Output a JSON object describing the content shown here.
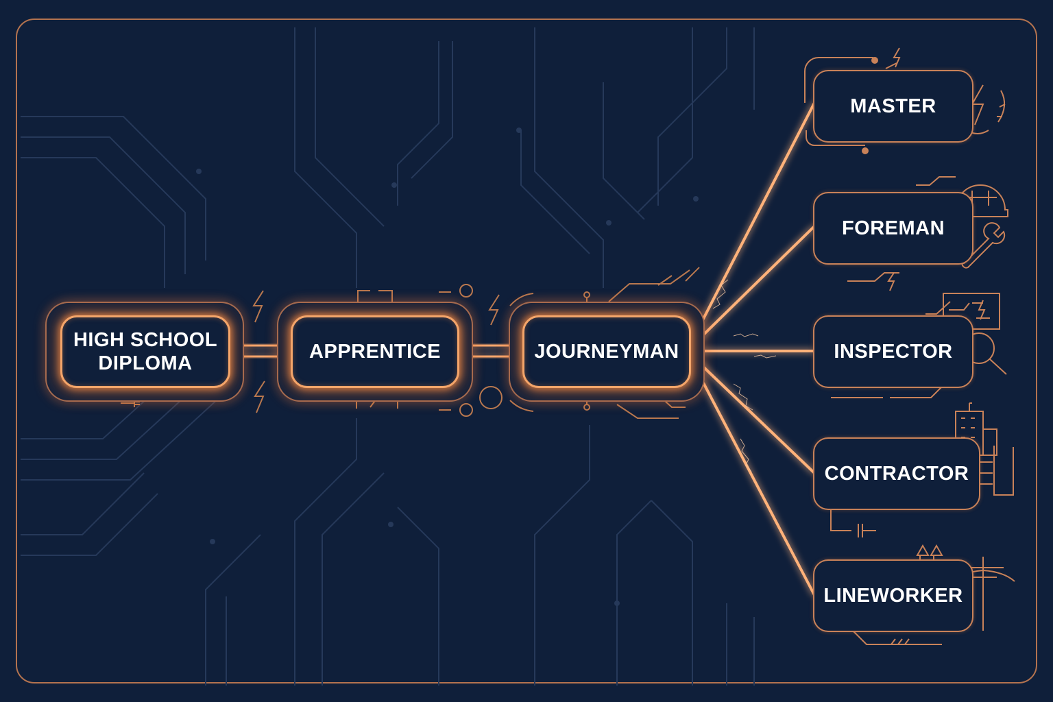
{
  "diagram": {
    "main_nodes": [
      {
        "id": "high-school-diploma",
        "label": "HIGH SCHOOL\nDIPLOMA"
      },
      {
        "id": "apprentice",
        "label": "APPRENTICE"
      },
      {
        "id": "journeyman",
        "label": "JOURNEYMAN"
      }
    ],
    "branches": [
      {
        "id": "master",
        "label": "MASTER",
        "icon": "laurel-lightning-icon"
      },
      {
        "id": "foreman",
        "label": "FOREMAN",
        "icon": "hardhat-wrench-icon"
      },
      {
        "id": "inspector",
        "label": "INSPECTOR",
        "icon": "magnifier-schematic-icon"
      },
      {
        "id": "contractor",
        "label": "CONTRACTOR",
        "icon": "building-icon"
      },
      {
        "id": "lineworker",
        "label": "LINEWORKER",
        "icon": "utility-pole-icon"
      }
    ],
    "colors": {
      "background": "#0f1f3a",
      "accent": "#f08a45",
      "glow": "#ffb27a",
      "circuit": "#2a3c5c",
      "text": "#ffffff"
    }
  }
}
